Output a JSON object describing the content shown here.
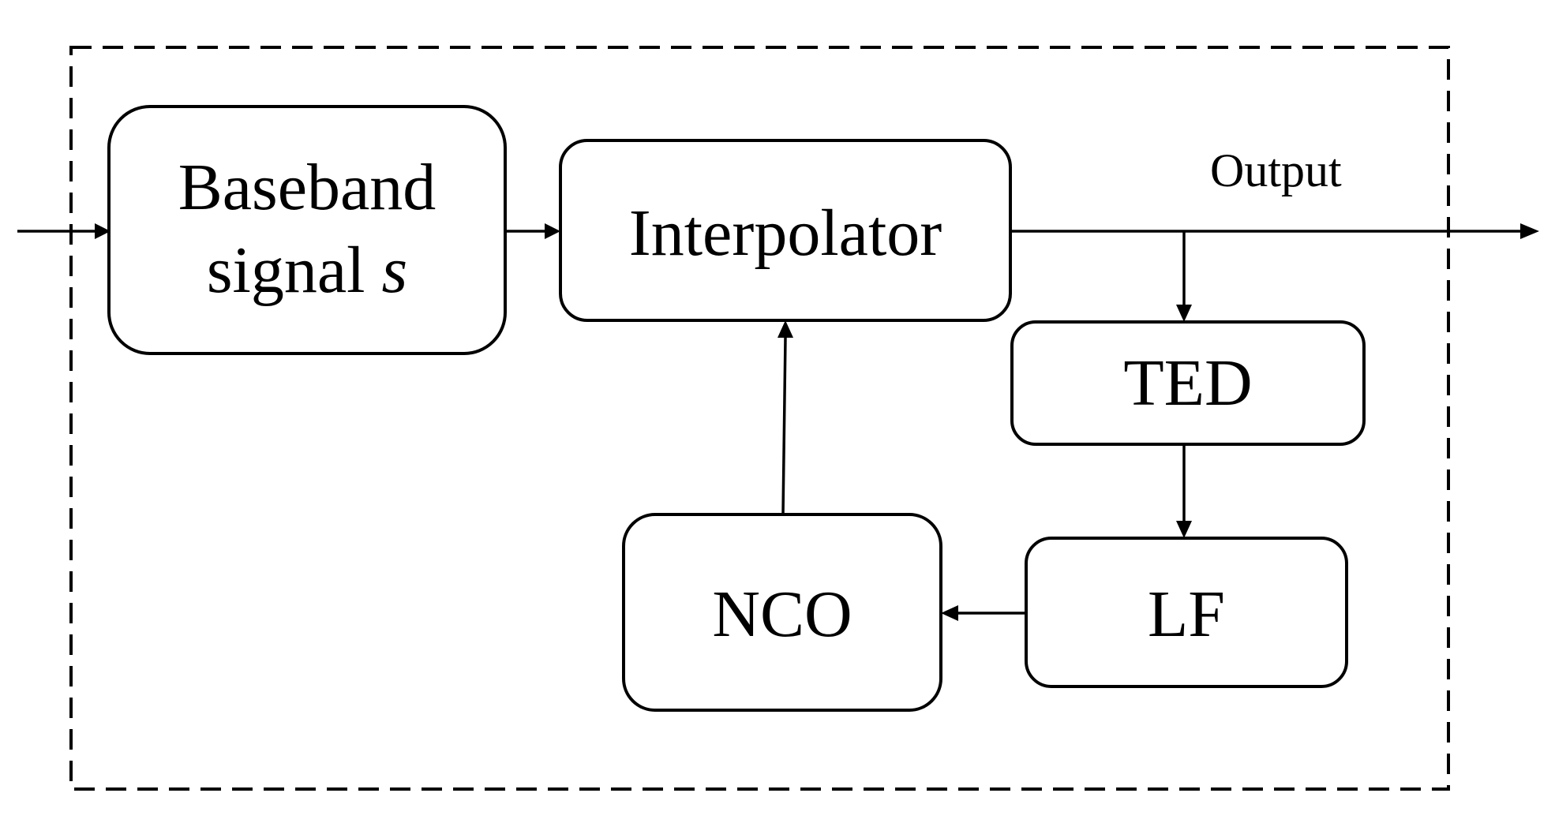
{
  "blocks": {
    "baseband": {
      "line1": "Baseband",
      "line2_prefix": "signal ",
      "line2_var": "s"
    },
    "interpolator": {
      "label": "Interpolator"
    },
    "ted": {
      "label": "TED"
    },
    "lf": {
      "label": "LF"
    },
    "nco": {
      "label": "NCO"
    }
  },
  "output_label": "Output",
  "colors": {
    "stroke": "#000000",
    "background": "#ffffff"
  }
}
